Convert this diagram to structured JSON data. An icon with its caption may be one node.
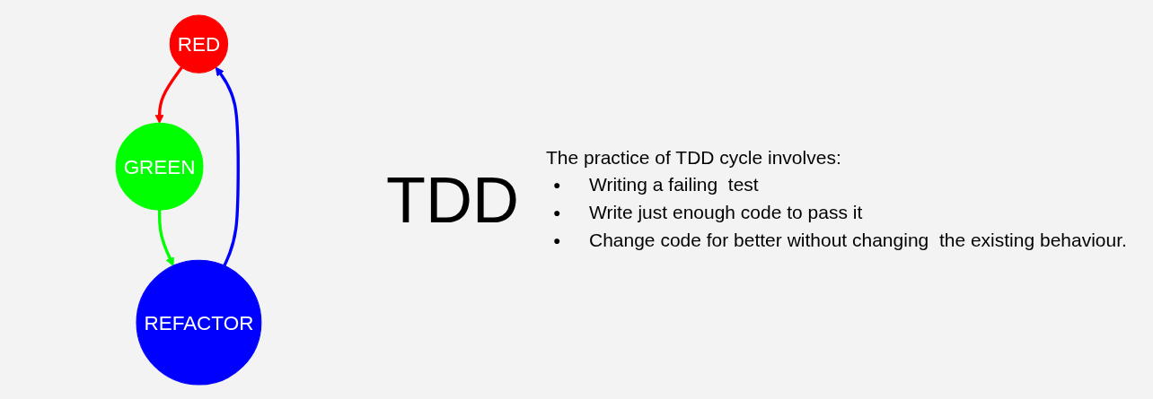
{
  "diagram": {
    "nodes": [
      {
        "text": [
          "RED"
        ]
      },
      {
        "text": [
          "GREEN"
        ]
      },
      {
        "text": [
          "REFACTOR"
        ]
      }
    ],
    "edges": [
      {
        "from": 0,
        "to": 1,
        "arrow": "to",
        "color": "#ff0000"
      },
      {
        "from": 1,
        "to": 2,
        "arrow": "to",
        "color": "#00ff00"
      },
      {
        "from": 2,
        "to": 0,
        "arrow": "to",
        "color": "#0000ff"
      }
    ],
    "labels": [
      "TDD",
      "The practice of TDD cycle involves:",
      "●",
      "Writing a failing  test",
      "●",
      "Write just enough code to pass it",
      "●",
      "Change code for better without changing  the existing behaviour."
    ]
  }
}
